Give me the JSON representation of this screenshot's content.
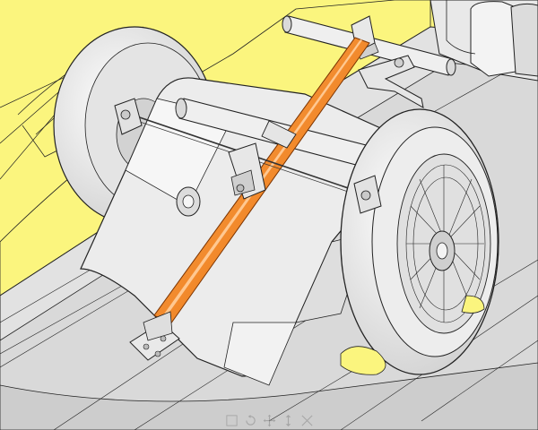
{
  "scene": {
    "subject": "trike-front-suspension-cad-model",
    "colors": {
      "background": "#fbf57e",
      "model_face": "#f1f1f1",
      "model_shade": "#d4d4d4",
      "model_dark": "#b9b9b9",
      "floor": "#e3e3e3",
      "edge_lines": "#202020",
      "highlight_part": "#f7831d"
    }
  },
  "toolbar": {
    "tools": [
      {
        "name": "select-tool",
        "icon": "select-icon"
      },
      {
        "name": "rotate-tool",
        "icon": "rotate-icon"
      },
      {
        "name": "pan-tool",
        "icon": "pan-icon"
      },
      {
        "name": "zoom-tool",
        "icon": "zoom-icon"
      },
      {
        "name": "fit-view-tool",
        "icon": "fit-view-icon"
      }
    ]
  }
}
